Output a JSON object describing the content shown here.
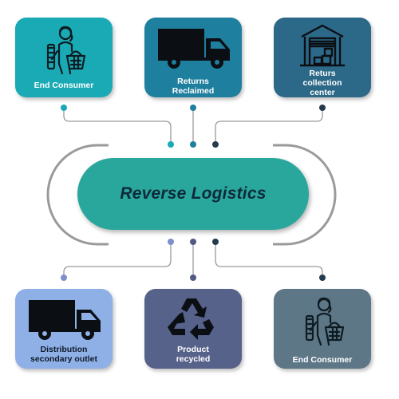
{
  "center": {
    "title": "Reverse Logistics"
  },
  "nodes": {
    "top_left": {
      "label": "End  Consumer",
      "color": "#1aaab5",
      "icon": "shopper-icon"
    },
    "top_center": {
      "label_line1": "Returns",
      "label_line2": "Reclaimed",
      "color": "#1f7f9e",
      "icon": "truck-icon"
    },
    "top_right": {
      "label_line1": "Returs",
      "label_line2": "collection",
      "label_line3": "center",
      "color": "#2c6887",
      "icon": "warehouse-icon"
    },
    "bottom_left": {
      "label_line1": "Distribution",
      "label_line2": "secondary outlet",
      "color": "#8fb0e6",
      "icon": "truck-icon"
    },
    "bottom_center": {
      "label_line1": "Product",
      "label_line2": "recycled",
      "color": "#57628b",
      "icon": "recycle-icon"
    },
    "bottom_right": {
      "label": "End  Consumer",
      "color": "#5e7787",
      "icon": "shopper-icon"
    }
  },
  "colors": {
    "pill": "#2aa79d",
    "ring": "#9a9a9a",
    "dot_teal": "#1aa9b6",
    "dot_blue": "#1f7f9e",
    "dot_navy": "#243a4d",
    "dot_lavender": "#7e8fc9",
    "dot_slate": "#505a82"
  }
}
